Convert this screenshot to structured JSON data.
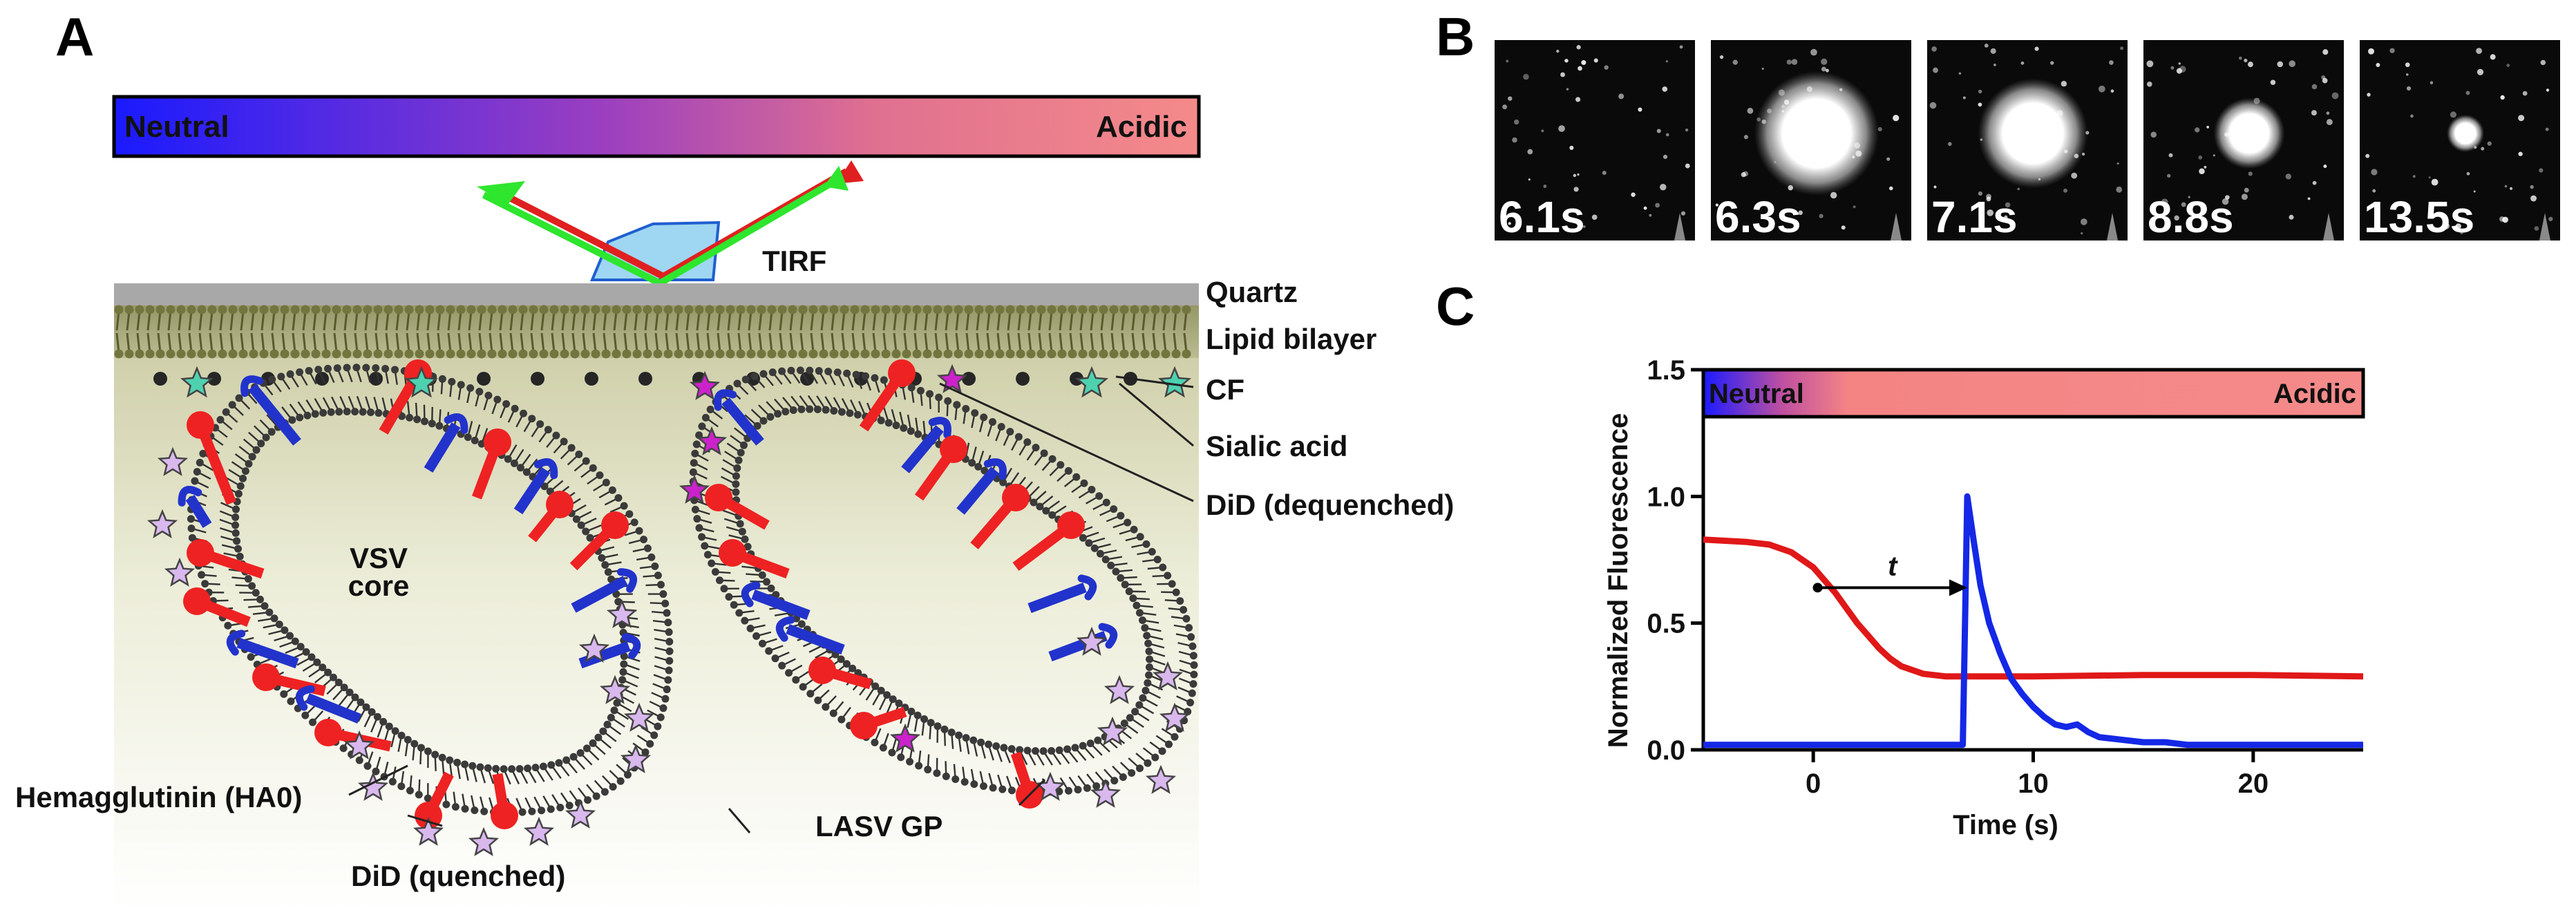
{
  "panels": {
    "a_letter": "A",
    "b_letter": "B",
    "c_letter": "C"
  },
  "panel_a": {
    "gradient_left_label": "Neutral",
    "gradient_right_label": "Acidic",
    "tirf_label": "TIRF",
    "labels": {
      "quartz": "Quartz",
      "lipid_bilayer": "Lipid bilayer",
      "cf": "CF",
      "sialic_acid": "Sialic acid",
      "did_dequenched": "DiD (dequenched)",
      "vsv_core_line1": "VSV",
      "vsv_core_line2": "core",
      "hemagglutinin": "Hemagglutinin (HA0)",
      "did_quenched": "DiD (quenched)",
      "lasv_gp": "LASV GP"
    },
    "colors": {
      "neutral_blue": "#1a1aff",
      "acidic_pink": "#f28080",
      "ha_red": "#ee2222",
      "gp_blue": "#2233cc",
      "did_lilac": "#d9b8ee",
      "did_magenta": "#cc22cc",
      "cf_teal": "#4fd1b0",
      "quartz_gray": "#a8a8a8"
    }
  },
  "panel_b": {
    "frames": [
      {
        "label": "6.1s",
        "spot_intensity": 0.0
      },
      {
        "label": "6.3s",
        "spot_intensity": 1.0
      },
      {
        "label": "7.1s",
        "spot_intensity": 0.85
      },
      {
        "label": "8.8s",
        "spot_intensity": 0.45
      },
      {
        "label": "13.5s",
        "spot_intensity": 0.1
      }
    ]
  },
  "chart_data": {
    "type": "line",
    "title": "",
    "xlabel": "Time (s)",
    "ylabel": "Normalized Fluorescence",
    "xlim": [
      -5,
      25
    ],
    "ylim": [
      0,
      1.5
    ],
    "x_ticks": [
      0,
      10,
      20
    ],
    "y_ticks": [
      0.0,
      0.5,
      1.0,
      1.5
    ],
    "y_tick_labels": [
      "0.0",
      "0.5",
      "1.0",
      "1.5"
    ],
    "ph_bar": {
      "left_label": "Neutral",
      "right_label": "Acidic",
      "transition_x": 0
    },
    "annotation": {
      "text": "t",
      "x_start": 0.2,
      "x_end": 7.0,
      "y": 0.64
    },
    "series": [
      {
        "color": "#e01818",
        "x": [
          -5,
          -3,
          -2,
          -1,
          0,
          0.5,
          1,
          1.5,
          2,
          2.5,
          3,
          3.5,
          4,
          5,
          6,
          7,
          10,
          15,
          20,
          25
        ],
        "y": [
          0.83,
          0.82,
          0.81,
          0.78,
          0.72,
          0.67,
          0.62,
          0.56,
          0.5,
          0.45,
          0.4,
          0.36,
          0.33,
          0.3,
          0.29,
          0.29,
          0.29,
          0.295,
          0.295,
          0.29
        ]
      },
      {
        "color": "#1428e6",
        "x": [
          -5,
          0,
          5,
          6.8,
          6.9,
          7.0,
          7.3,
          7.6,
          8,
          8.5,
          9,
          9.5,
          10,
          10.5,
          11,
          11.5,
          12,
          12.5,
          13,
          14,
          15,
          16,
          17,
          18,
          20,
          25
        ],
        "y": [
          0.02,
          0.02,
          0.02,
          0.02,
          0.5,
          1.0,
          0.82,
          0.65,
          0.5,
          0.38,
          0.28,
          0.22,
          0.17,
          0.13,
          0.1,
          0.09,
          0.1,
          0.07,
          0.05,
          0.04,
          0.03,
          0.03,
          0.02,
          0.02,
          0.02,
          0.02
        ]
      }
    ]
  }
}
